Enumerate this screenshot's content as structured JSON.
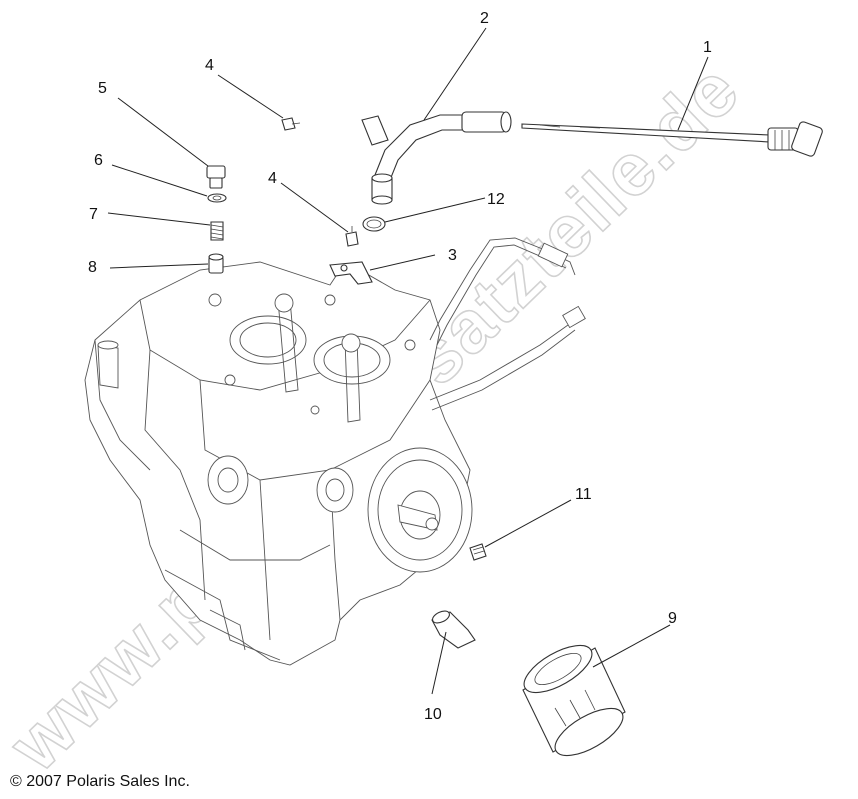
{
  "watermark": {
    "text": "www.polaris-ersatzteile.de"
  },
  "copyright": "© 2007 Polaris Sales Inc.",
  "callouts": [
    {
      "id": "1",
      "part": "dipstick"
    },
    {
      "id": "2",
      "part": "dipstick-tube"
    },
    {
      "id": "3",
      "part": "tube-bracket"
    },
    {
      "id": "4",
      "part": "bolt"
    },
    {
      "id": "4",
      "part": "bolt"
    },
    {
      "id": "5",
      "part": "drain-plug"
    },
    {
      "id": "6",
      "part": "washer"
    },
    {
      "id": "7",
      "part": "spring"
    },
    {
      "id": "8",
      "part": "plunger"
    },
    {
      "id": "9",
      "part": "oil-filter"
    },
    {
      "id": "10",
      "part": "fitting"
    },
    {
      "id": "11",
      "part": "plug"
    },
    {
      "id": "12",
      "part": "o-ring"
    }
  ]
}
